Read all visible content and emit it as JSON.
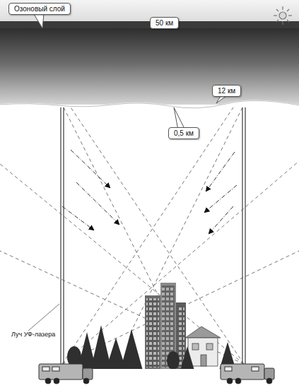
{
  "diagram": {
    "nodes": [
      {
        "text": [
          "Озоновый слой"
        ]
      },
      {
        "text": [
          "50 км"
        ]
      },
      {
        "text": [
          "12 км"
        ]
      },
      {
        "text": [
          "0,5 км"
        ]
      }
    ],
    "labels": [
      "Луч УФ-лазера"
    ]
  }
}
